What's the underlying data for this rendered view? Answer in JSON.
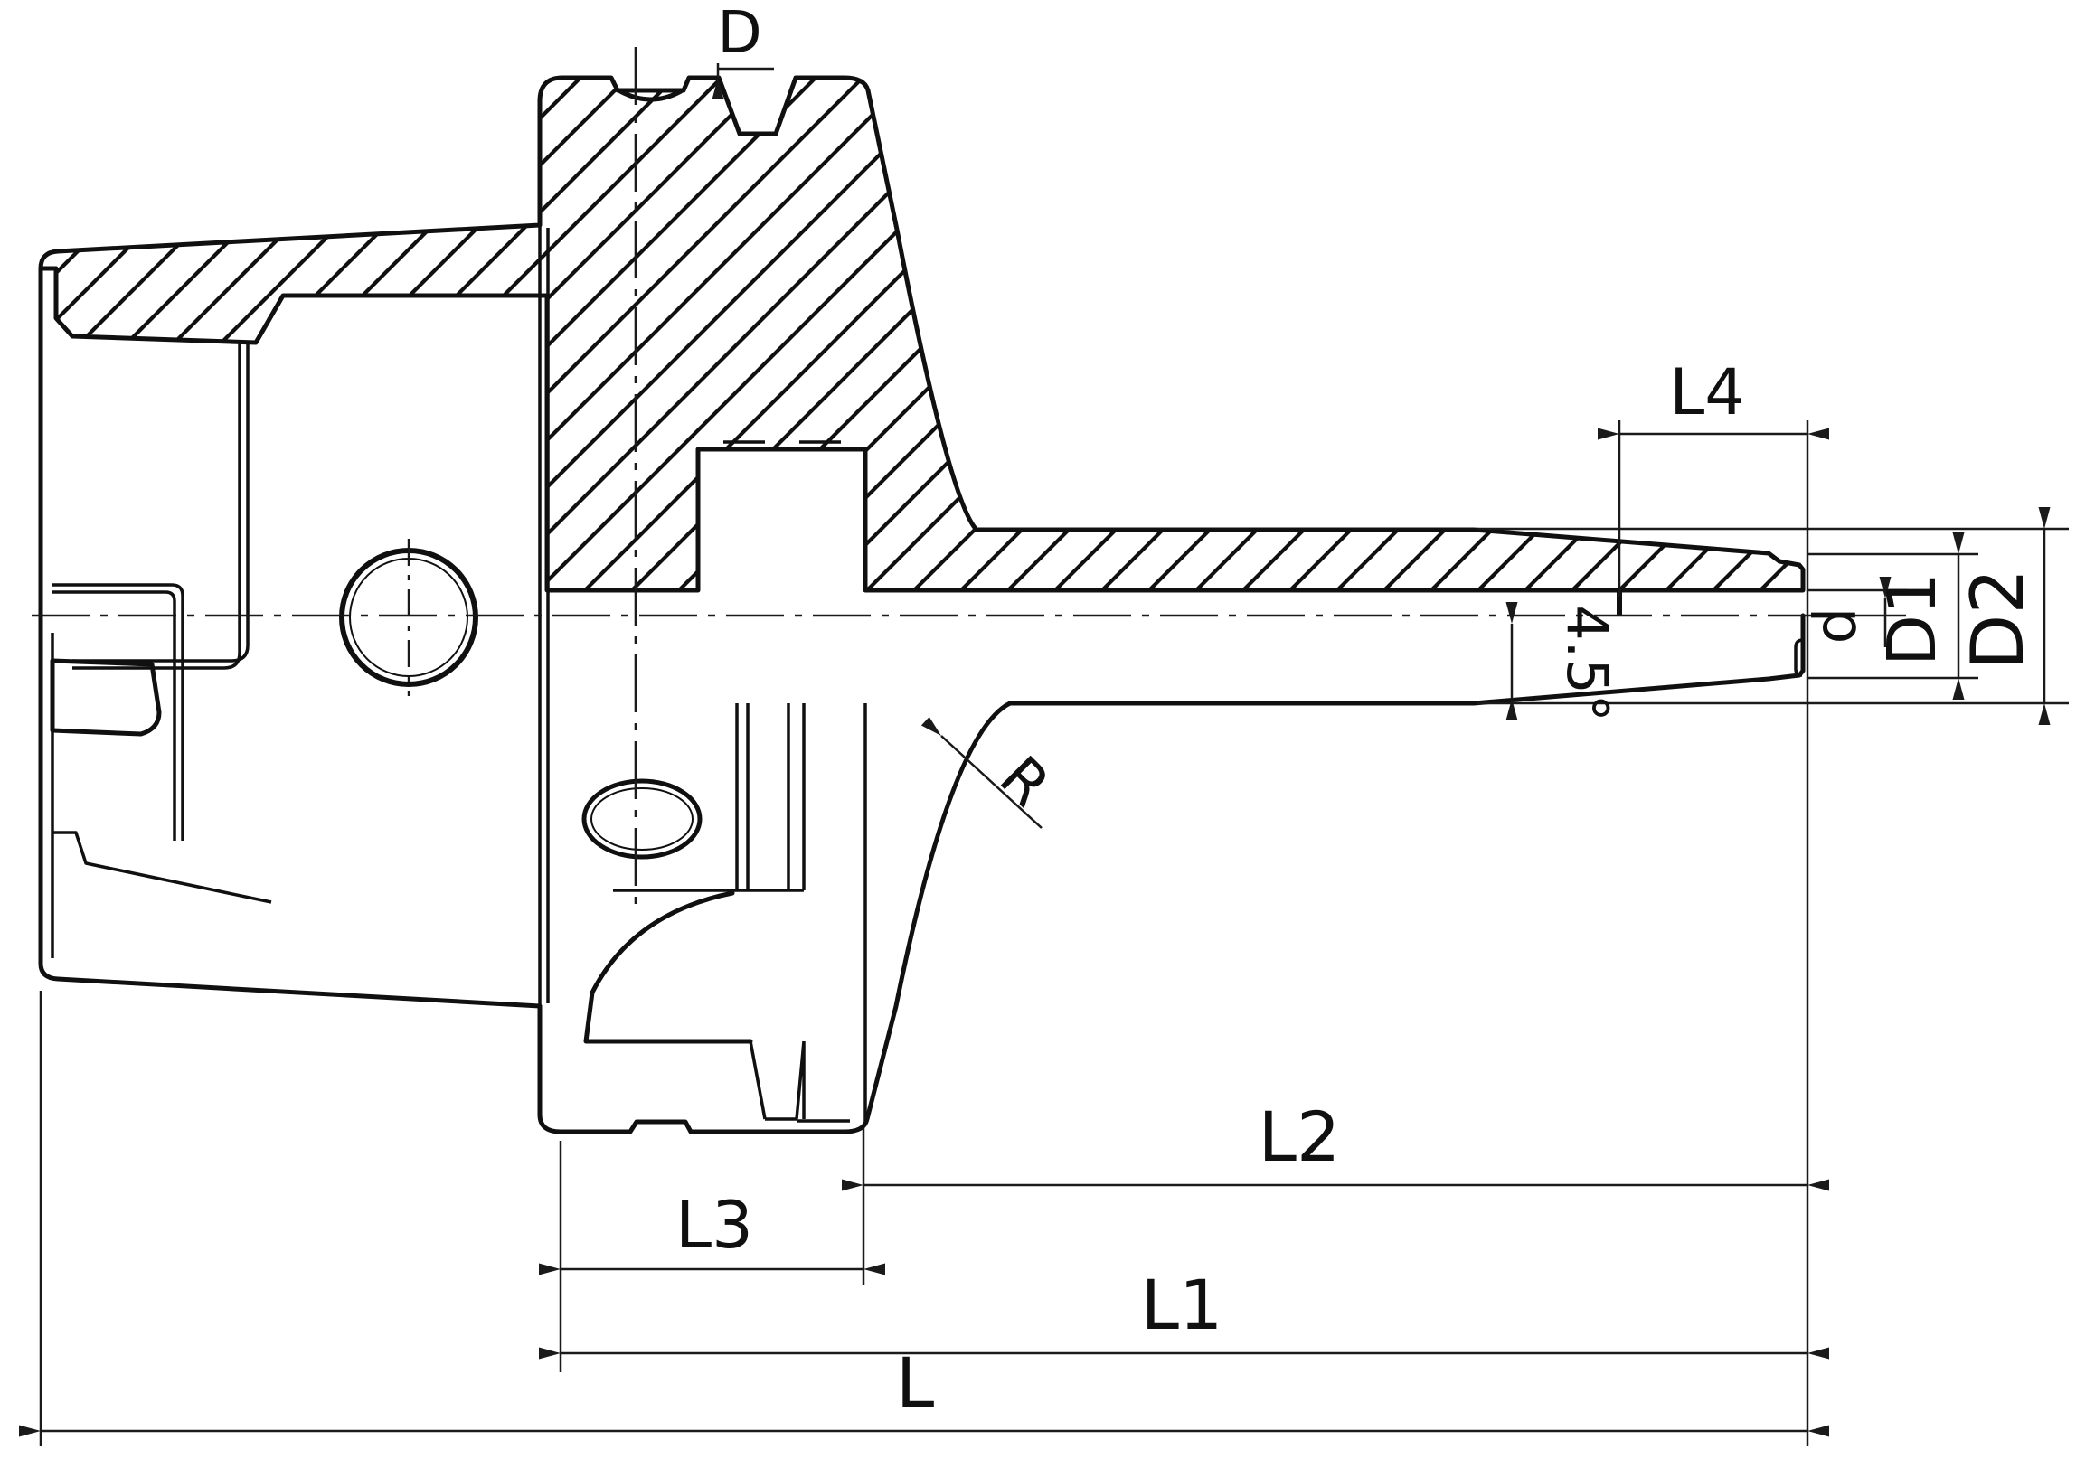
{
  "drawing": {
    "type": "technical-cross-section",
    "subject": "shrink-fit tool holder half-section",
    "background_color": "#ffffff",
    "line_color": "#101010",
    "labels": {
      "groove_diameter": "D",
      "clamp_depth": "L4",
      "bore_diameter": "d",
      "tip_diameter": "D1",
      "body_diameter": "D2",
      "taper_angle": "4.5°",
      "fillet_radius": "R",
      "projection_length": "L2",
      "flange_length": "L3",
      "functional_length": "L1",
      "overall_length": "L"
    }
  }
}
